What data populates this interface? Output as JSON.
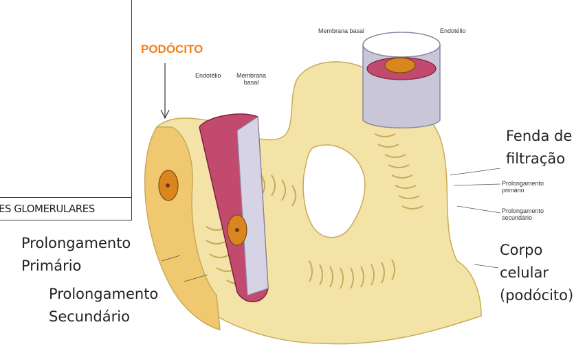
{
  "header": {
    "caption": "ES GLOMERULARES",
    "highlight": "PODÓCITO"
  },
  "labels": {
    "fenda_line1": "Fenda de",
    "fenda_line2": "filtração",
    "corpo_line1": "Corpo",
    "corpo_line2": "celular",
    "corpo_line3": "(podócito)",
    "prim_line1": "Prolongamento",
    "prim_line2": "Primário",
    "sec_line1": "Prolongamento",
    "sec_line2": "Secundário"
  },
  "figure_labels": {
    "membrana_basal_top": "Membrana basal",
    "endotelio_top": "Endotélio",
    "endotelio_left": "Endotélio",
    "membrana_basal_left_1": "Membrana",
    "membrana_basal_left_2": "basal",
    "prolongamento_primario_1": "Prolongamento",
    "prolongamento_primario_2": "primário",
    "prolongamento_secundario_1": "Prolongamento",
    "prolongamento_secundario_2": "secundário"
  },
  "colors": {
    "accent": "#f07f1e",
    "podocyte": "#f2e0a0",
    "podocyte_edge": "#c9a95a",
    "endothelium": "#c24a6e",
    "basal_membrane": "#c9c6d8",
    "nucleus": "#d9861f"
  }
}
